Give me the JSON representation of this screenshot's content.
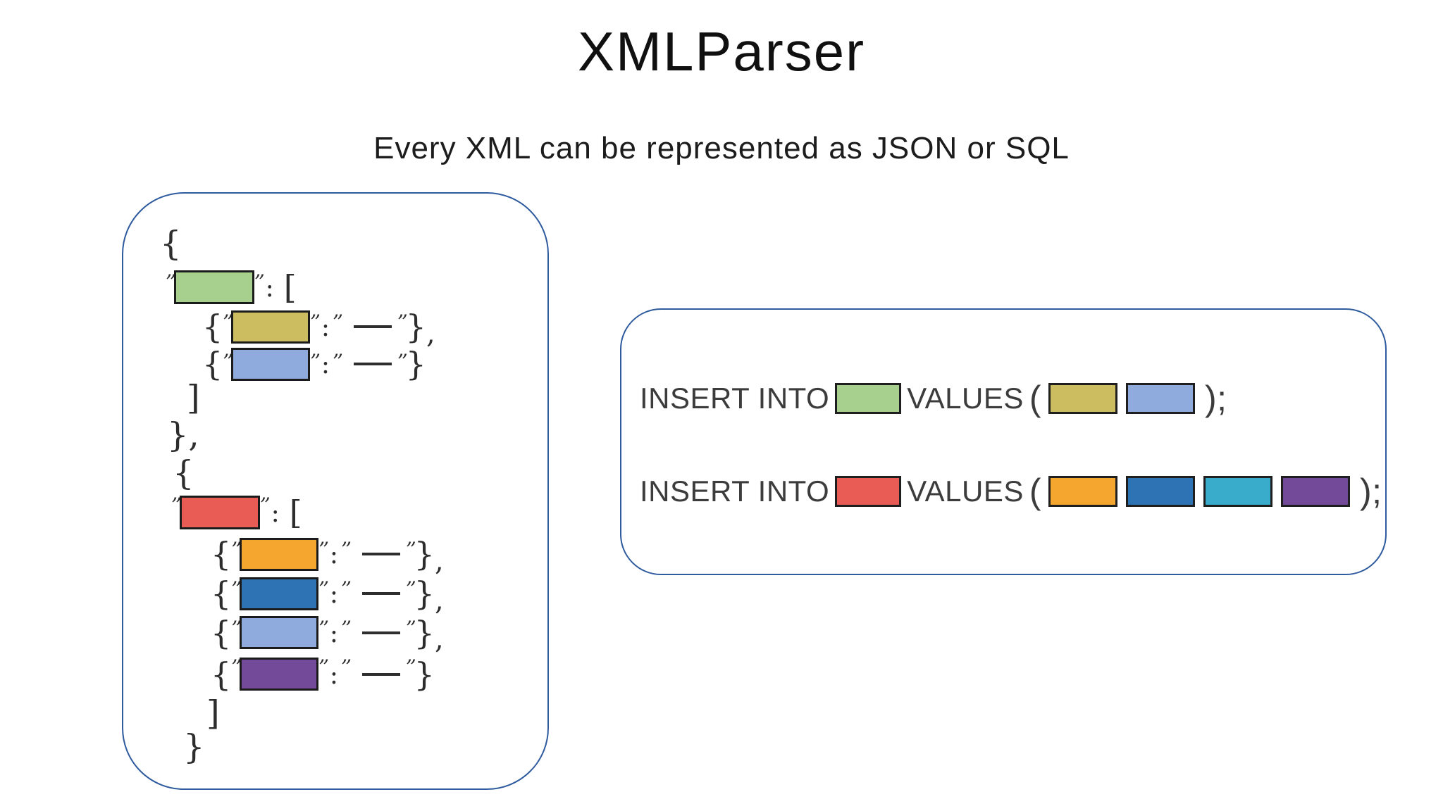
{
  "title": "XMLParser",
  "subtitle": "Every XML can be represented as JSON or SQL",
  "colors": {
    "green": "#a7d08f",
    "olive": "#ccbd60",
    "light_blue": "#8faadc",
    "red": "#e85c55",
    "orange": "#f4a62e",
    "dark_blue": "#2e74b4",
    "teal": "#39accb",
    "purple": "#734a9a",
    "panel_border": "#2e5a9e"
  },
  "json_panel": {
    "punctuation": {
      "open_brace": "{",
      "close_brace": "}",
      "open_bracket": "[",
      "close_bracket": "]",
      "quote": "’’",
      "colon": ":",
      "comma": ","
    },
    "lines": [
      {
        "type": "open-brace",
        "text": "{"
      },
      {
        "type": "key",
        "color": "green"
      },
      {
        "type": "item",
        "color": "olive",
        "trailing_comma": true
      },
      {
        "type": "item",
        "color": "light_blue",
        "trailing_comma": false
      },
      {
        "type": "close-bracket",
        "text": "]"
      },
      {
        "type": "close-brace",
        "text": "},"
      },
      {
        "type": "open-brace",
        "text": "{"
      },
      {
        "type": "key",
        "color": "red"
      },
      {
        "type": "item",
        "color": "orange",
        "trailing_comma": true
      },
      {
        "type": "item",
        "color": "dark_blue",
        "trailing_comma": true
      },
      {
        "type": "item",
        "color": "light_blue",
        "trailing_comma": true
      },
      {
        "type": "item",
        "color": "purple",
        "trailing_comma": false
      },
      {
        "type": "close-bracket",
        "text": "]"
      },
      {
        "type": "close-brace",
        "text": "}"
      }
    ]
  },
  "sql_panel": {
    "statements": [
      {
        "insert_label": "INSERT INTO",
        "table_color": "green",
        "values_label": "VALUES",
        "open_paren": "(",
        "value_colors": [
          "olive",
          "light_blue"
        ],
        "close_label": ");"
      },
      {
        "insert_label": "INSERT INTO",
        "table_color": "red",
        "values_label": "VALUES",
        "open_paren": "(",
        "value_colors": [
          "orange",
          "dark_blue",
          "teal",
          "purple"
        ],
        "close_label": ");"
      }
    ]
  }
}
